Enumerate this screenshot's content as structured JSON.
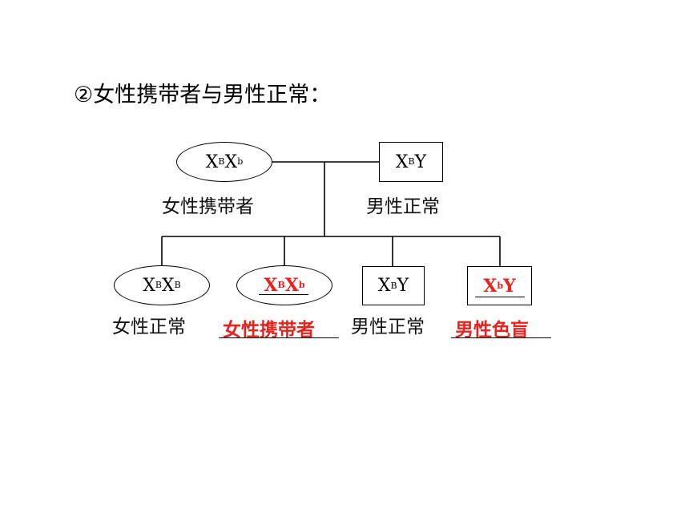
{
  "heading": "②女性携带者与男性正常：",
  "parents": {
    "mother": {
      "genotype": {
        "a": "X",
        "a_sup": "B",
        "b": "X",
        "b_sup": "b"
      },
      "label": "女性携带者"
    },
    "father": {
      "genotype": {
        "a": "X",
        "a_sup": "B",
        "b": "Y"
      },
      "label": "男性正常"
    }
  },
  "children": [
    {
      "genotype": {
        "a": "X",
        "a_sup": "B",
        "b": "X",
        "b_sup": "B"
      },
      "label": "女性正常",
      "highlight": false
    },
    {
      "genotype": {
        "a": "X",
        "a_sup": "B",
        "b": "X",
        "b_sup": "b"
      },
      "label": "女性携带者",
      "highlight": true
    },
    {
      "genotype": {
        "a": "X",
        "a_sup": "B",
        "b": "Y"
      },
      "label": "男性正常",
      "highlight": false
    },
    {
      "genotype": {
        "a": "X",
        "a_sup": "b",
        "b": "Y"
      },
      "label": "男性色盲",
      "highlight": true
    }
  ],
  "colors": {
    "highlight": "#e8231e",
    "text": "#000000",
    "panel": "#ffffff"
  }
}
